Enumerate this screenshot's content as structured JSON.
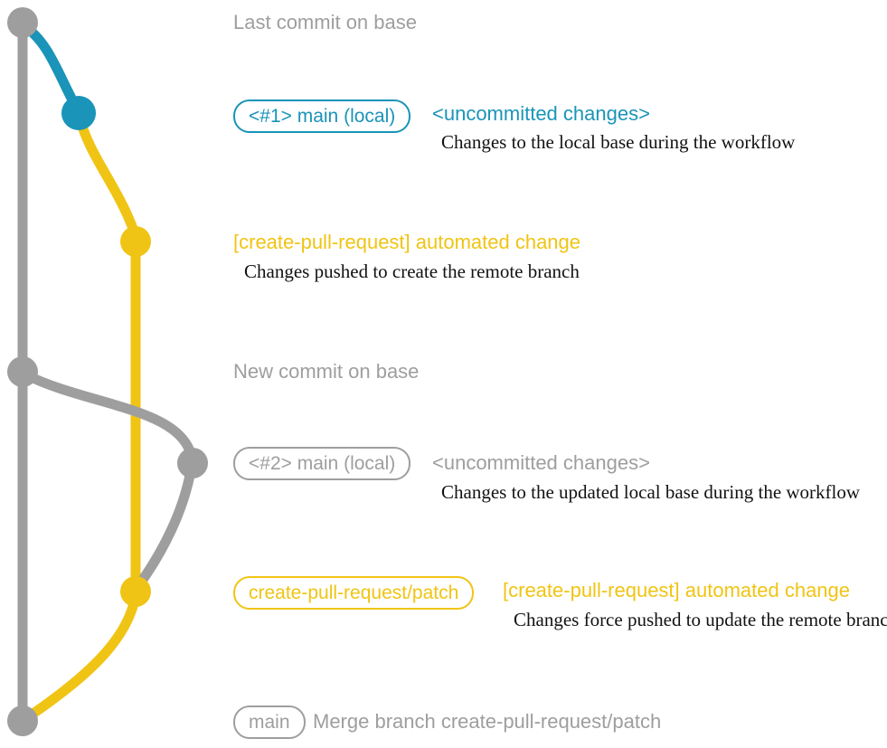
{
  "colors": {
    "gray": "#9e9e9e",
    "teal": "#1a94b8",
    "yellow": "#f0c414",
    "note_text": "#121212"
  },
  "graph": {
    "branches": [
      {
        "name": "base",
        "color": "gray"
      },
      {
        "name": "main-local",
        "color": "teal"
      },
      {
        "name": "create-pull-request/patch",
        "color": "yellow"
      }
    ],
    "commit_dots": [
      {
        "name": "base-last-commit",
        "color": "gray"
      },
      {
        "name": "main-local-uncommitted-1",
        "color": "teal"
      },
      {
        "name": "patch-automated-change-1",
        "color": "yellow"
      },
      {
        "name": "base-new-commit",
        "color": "gray"
      },
      {
        "name": "main-local-uncommitted-2",
        "color": "gray"
      },
      {
        "name": "patch-automated-change-2",
        "color": "yellow"
      },
      {
        "name": "base-merge-commit",
        "color": "gray"
      }
    ]
  },
  "rows": {
    "last_commit": {
      "message": "Last commit on base"
    },
    "uncommitted1": {
      "branch_label": "<#1> main (local)",
      "message": "<uncommitted changes>",
      "note": "Changes to the local base during the workflow"
    },
    "automated1": {
      "message": "[create-pull-request] automated change",
      "note": "Changes pushed to create the remote branch"
    },
    "new_commit": {
      "message": "New commit on base"
    },
    "uncommitted2": {
      "branch_label": "<#2> main (local)",
      "message": "<uncommitted changes>",
      "note": "Changes to the updated local base during the workflow"
    },
    "automated2": {
      "branch_label": "create-pull-request/patch",
      "message": "[create-pull-request] automated change",
      "note": "Changes force pushed to update the remote branch"
    },
    "merge": {
      "branch_label": "main",
      "message": "Merge branch create-pull-request/patch"
    }
  }
}
